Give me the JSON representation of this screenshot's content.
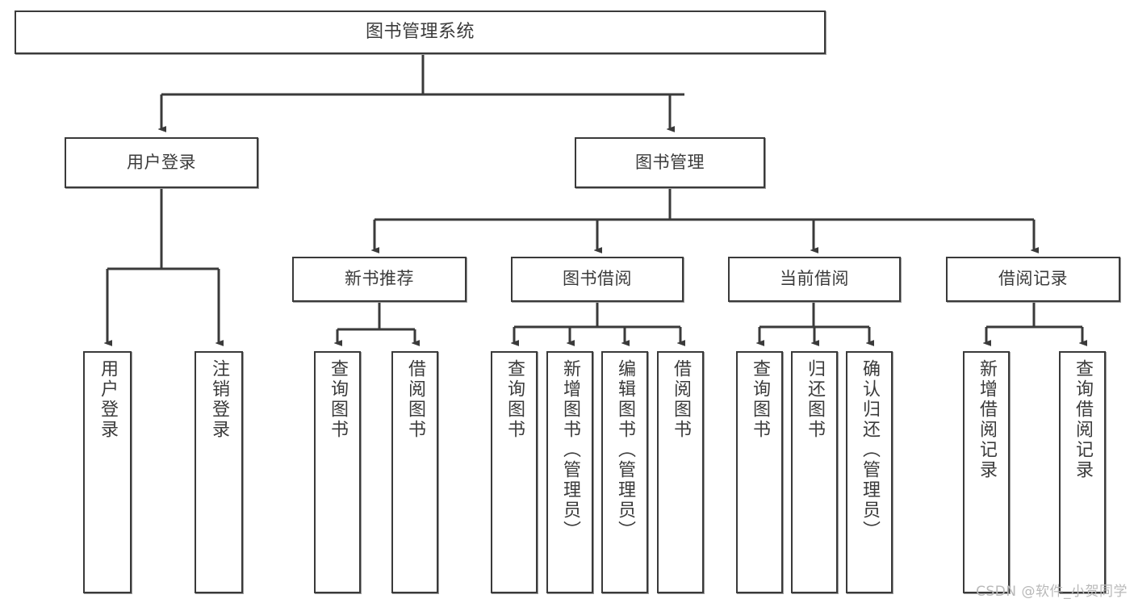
{
  "diagram": {
    "title": "图书管理系统",
    "type": "tree",
    "orientation": "top-down",
    "colors": {
      "box_border": "#3a3a3a",
      "box_fill": "#ffffff",
      "connector": "#3a3a3a",
      "text": "#3b3b3b",
      "watermark": "#b9b9b9",
      "background": "#ffffff"
    },
    "watermark": "CSDN @软件_小贺同学"
  },
  "nodes": {
    "root": {
      "label": "图书管理系统",
      "level": 0
    },
    "level1": [
      {
        "id": "user-login",
        "label": "用户登录"
      },
      {
        "id": "book-manage",
        "label": "图书管理"
      }
    ],
    "level2": [
      {
        "id": "new-book-recommend",
        "label": "新书推荐",
        "parent": "book-manage"
      },
      {
        "id": "book-borrow",
        "label": "图书借阅",
        "parent": "book-manage"
      },
      {
        "id": "current-borrow",
        "label": "当前借阅",
        "parent": "book-manage"
      },
      {
        "id": "borrow-record",
        "label": "借阅记录",
        "parent": "book-manage"
      }
    ],
    "leaves": [
      {
        "id": "leaf-user-login",
        "label": "用户登录",
        "parent": "user-login"
      },
      {
        "id": "leaf-logout",
        "label": "注销登录",
        "parent": "user-login"
      },
      {
        "id": "leaf-query-book-1",
        "label": "查询图书",
        "parent": "new-book-recommend"
      },
      {
        "id": "leaf-borrow-book-1",
        "label": "借阅图书",
        "parent": "new-book-recommend"
      },
      {
        "id": "leaf-query-book-2",
        "label": "查询图书",
        "parent": "book-borrow"
      },
      {
        "id": "leaf-add-book",
        "label": "新增图书（管理员）",
        "parent": "book-borrow"
      },
      {
        "id": "leaf-edit-book",
        "label": "编辑图书（管理员）",
        "parent": "book-borrow"
      },
      {
        "id": "leaf-borrow-book-2",
        "label": "借阅图书",
        "parent": "book-borrow"
      },
      {
        "id": "leaf-query-book-3",
        "label": "查询图书",
        "parent": "current-borrow"
      },
      {
        "id": "leaf-return-book",
        "label": "归还图书",
        "parent": "current-borrow"
      },
      {
        "id": "leaf-confirm-return",
        "label": "确认归还（管理员）",
        "parent": "current-borrow"
      },
      {
        "id": "leaf-add-record",
        "label": "新增借阅记录",
        "parent": "borrow-record"
      },
      {
        "id": "leaf-query-record",
        "label": "查询借阅记录",
        "parent": "borrow-record"
      }
    ]
  }
}
